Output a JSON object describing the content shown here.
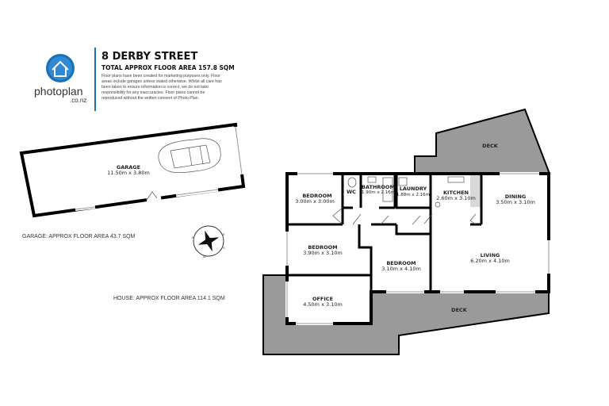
{
  "header": {
    "brand": "photoplan",
    "brand_suffix": ".co.nz",
    "title": "8 DERBY STREET",
    "subtitle": "TOTAL APPROX FLOOR AREA 157.8 SQM",
    "disclaimer": [
      "Floor plans have been created for marketing purposes only. Floor",
      "areas include garages unless stated otherwise. Whilst all care has",
      "been taken to ensure information is correct, we do not take",
      "responsibility for any inaccuracies. Floor plans cannot be",
      "reproduced without the written consent of Photo Plan."
    ],
    "brand_color": "#1a6fb5",
    "divider_color": "#1a6fb5"
  },
  "garage": {
    "name": "GARAGE",
    "dims": "11.50m  x 3.80m",
    "area_note": "GARAGE: APPROX FLOOR AREA 43.7 SQM"
  },
  "house_note": "HOUSE: APPROX FLOOR AREA 114.1 SQM",
  "compass": {
    "icon": "compass-rose-icon",
    "labels": [
      "N",
      "E",
      "S",
      "W"
    ]
  },
  "rooms": {
    "bedroom1": {
      "name": "BEDROOM",
      "dims": "3.00m  x 3.00m"
    },
    "wc": {
      "name": "WC",
      "dims": ""
    },
    "bathroom": {
      "name": "BATHROOM",
      "dims": "1.90m  x 2.16m"
    },
    "laundry": {
      "name": "LAUNDRY",
      "dims": "1.88m  x 2.16m"
    },
    "kitchen": {
      "name": "KITCHEN",
      "dims": "2.60m  x 3.10m"
    },
    "dining": {
      "name": "DINING",
      "dims": "3.50m  x 3.10m"
    },
    "bedroom2": {
      "name": "BEDROOM",
      "dims": "3.90m  x 3.10m"
    },
    "bedroom3": {
      "name": "BEDROOM",
      "dims": "3.10m  x 4.10m"
    },
    "living": {
      "name": "LIVING",
      "dims": "6.20m  x 4.10m"
    },
    "office": {
      "name": "OFFICE",
      "dims": "4.50m  x 3.10m"
    },
    "deck_top": {
      "name": "DECK"
    },
    "deck_bottom": {
      "name": "DECK"
    }
  },
  "colors": {
    "deck": "#9a9a9a",
    "wall": "#000000",
    "kitchen_bench": "#d8d8d8"
  }
}
